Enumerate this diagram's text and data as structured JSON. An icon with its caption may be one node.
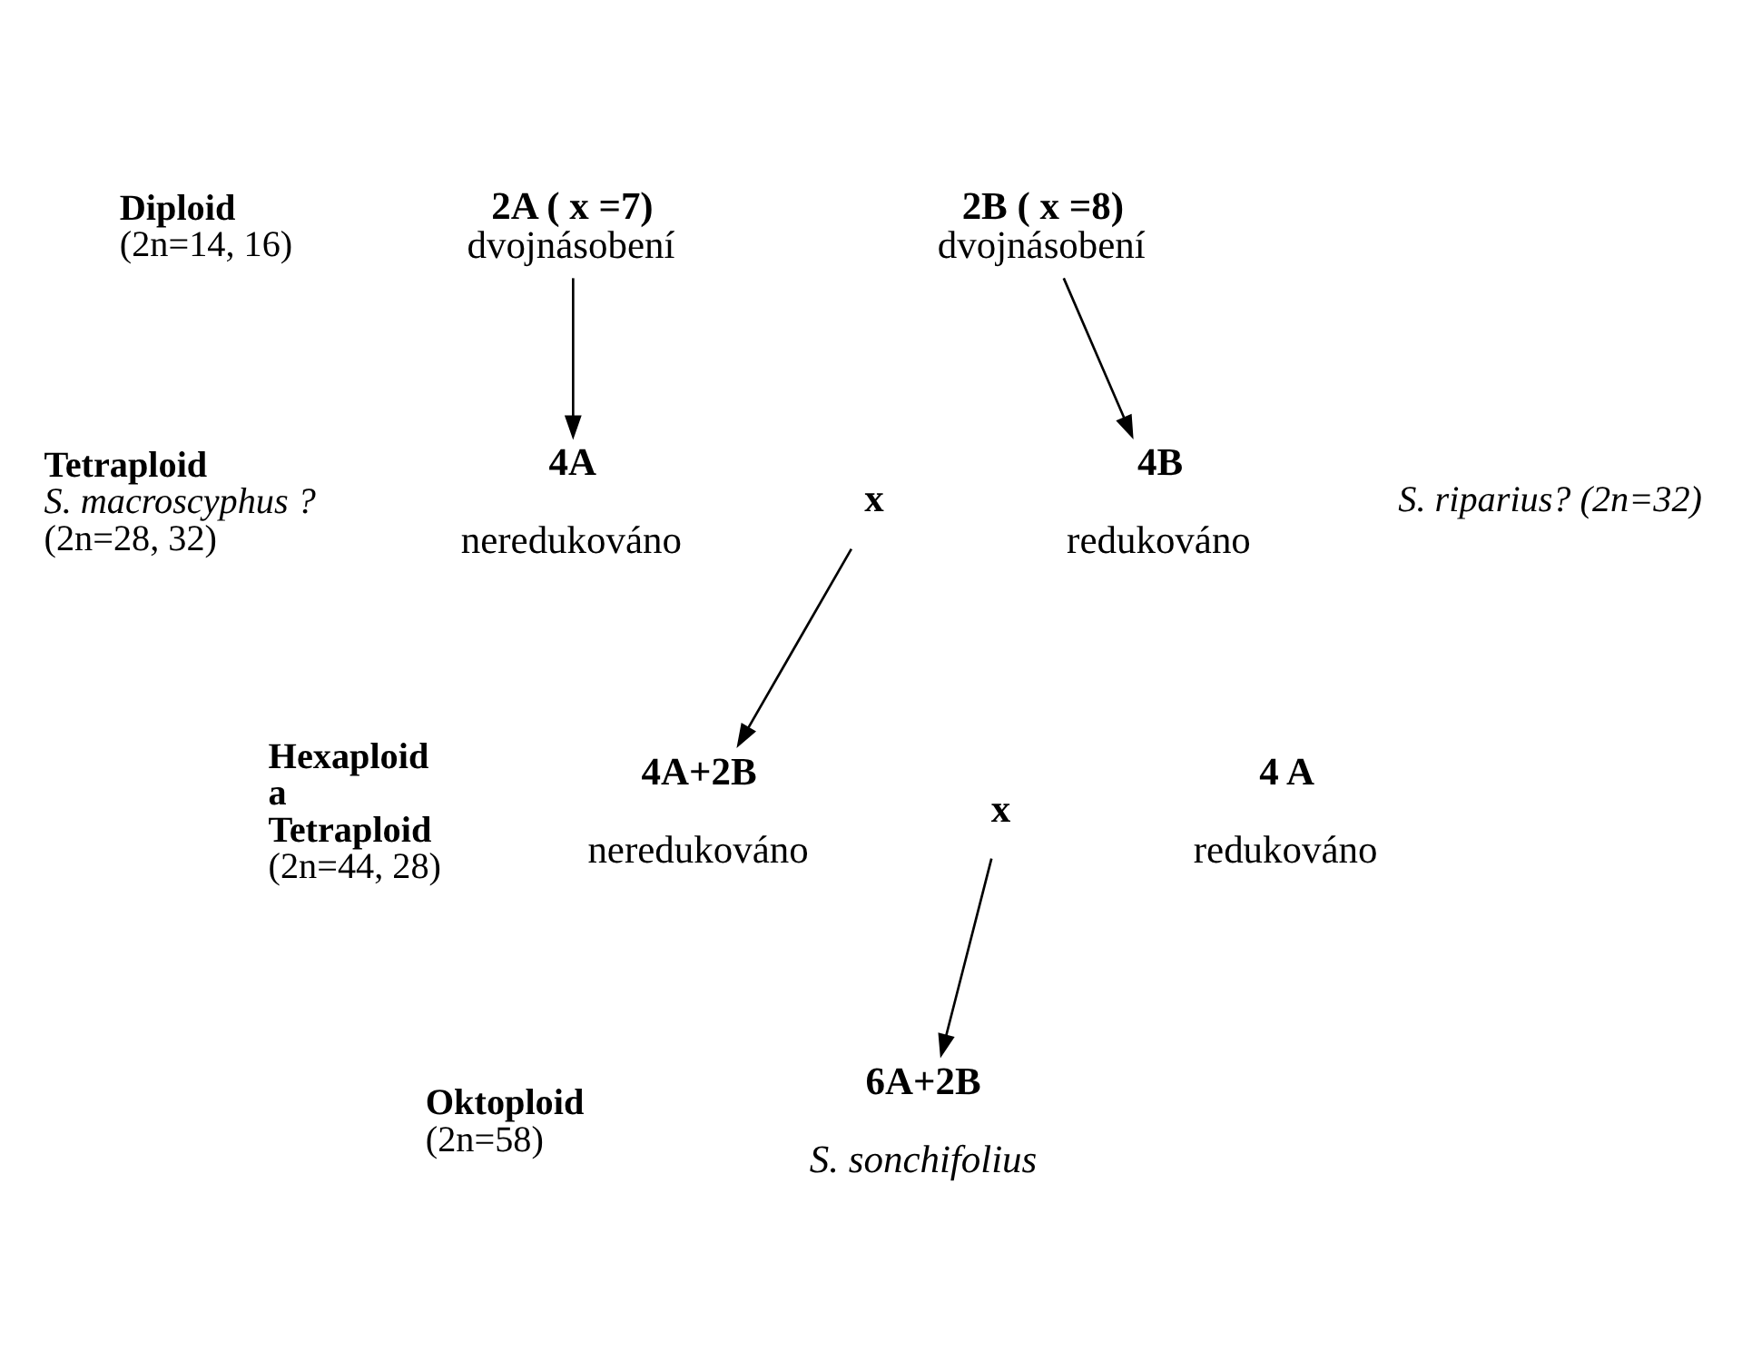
{
  "diagram": {
    "nodes": [
      {
        "text": [
          "2A ( x =7)",
          "dvojnásobení"
        ]
      },
      {
        "text": [
          "2B ( x =8)",
          "dvojnásobení"
        ]
      },
      {
        "text": [
          "4A"
        ],
        "beside": [
          "neredukováno"
        ]
      },
      {
        "text": [
          "x"
        ]
      },
      {
        "text": [
          "4B"
        ],
        "beside": [
          "redukováno"
        ]
      },
      {
        "text": [
          "4A+2B"
        ],
        "beside": [
          "neredukováno"
        ]
      },
      {
        "text": [
          "x"
        ]
      },
      {
        "text": [
          "4 A"
        ],
        "beside": [
          "redukováno"
        ]
      },
      {
        "text": [
          "6A+2B"
        ],
        "beside": [
          "S. sonchifolius"
        ]
      }
    ],
    "edges": [
      {
        "from": 0,
        "to": 2,
        "arrow": "to"
      },
      {
        "from": 1,
        "to": 4,
        "arrow": "to"
      },
      {
        "from": 3,
        "to": 5,
        "arrow": "to"
      },
      {
        "from": 6,
        "to": 8,
        "arrow": "to"
      }
    ],
    "labels": [
      "Diploid",
      "(2n=14, 16)",
      "Tetraploid",
      "S. macroscyphus ?",
      "(2n=28, 32)",
      "S. riparius? (2n=32)",
      "Hexaploid",
      "a",
      "Tetraploid",
      "(2n=44, 28)",
      "Oktoploid",
      "(2n=58)"
    ]
  }
}
